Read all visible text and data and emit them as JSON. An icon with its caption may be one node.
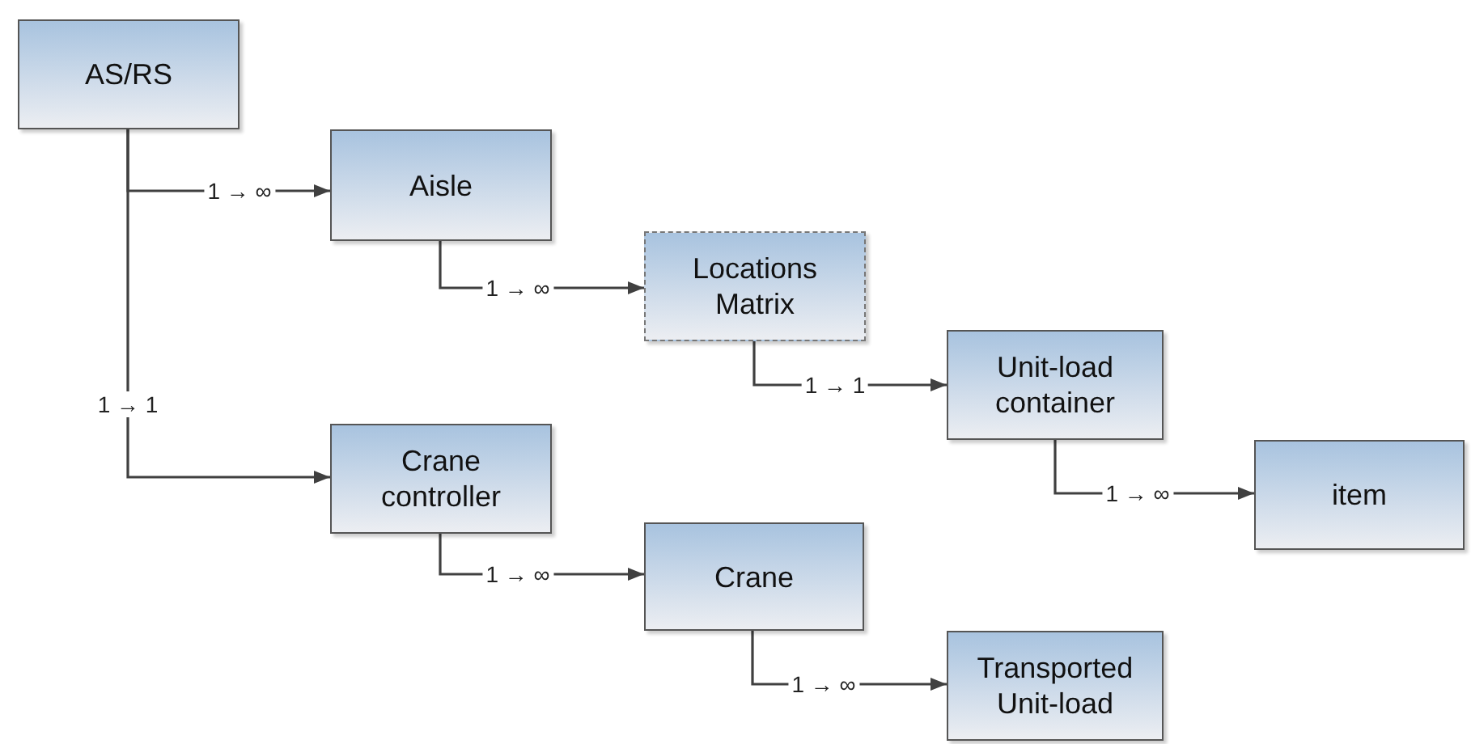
{
  "diagram": {
    "nodes": [
      {
        "text": [
          "AS/RS"
        ]
      },
      {
        "text": [
          "Aisle"
        ]
      },
      {
        "text": [
          "Locations Matrix"
        ]
      },
      {
        "text": [
          "Unit-load container"
        ]
      },
      {
        "text": [
          "item"
        ]
      },
      {
        "text": [
          "Crane controller"
        ]
      },
      {
        "text": [
          "Crane"
        ]
      },
      {
        "text": [
          "Transported Unit-load"
        ]
      }
    ],
    "edges": [
      {
        "from": 0,
        "to": 1,
        "arrow": "to",
        "label": "1 → ∞"
      },
      {
        "from": 0,
        "to": 5,
        "arrow": "to",
        "label": "1 → 1"
      },
      {
        "from": 1,
        "to": 2,
        "arrow": "to",
        "label": "1 → ∞"
      },
      {
        "from": 2,
        "to": 3,
        "arrow": "to",
        "label": "1 → 1"
      },
      {
        "from": 3,
        "to": 4,
        "arrow": "to",
        "label": "1 → ∞"
      },
      {
        "from": 5,
        "to": 6,
        "arrow": "to",
        "label": "1 → ∞"
      },
      {
        "from": 6,
        "to": 7,
        "arrow": "to",
        "label": "1 → ∞"
      }
    ]
  }
}
